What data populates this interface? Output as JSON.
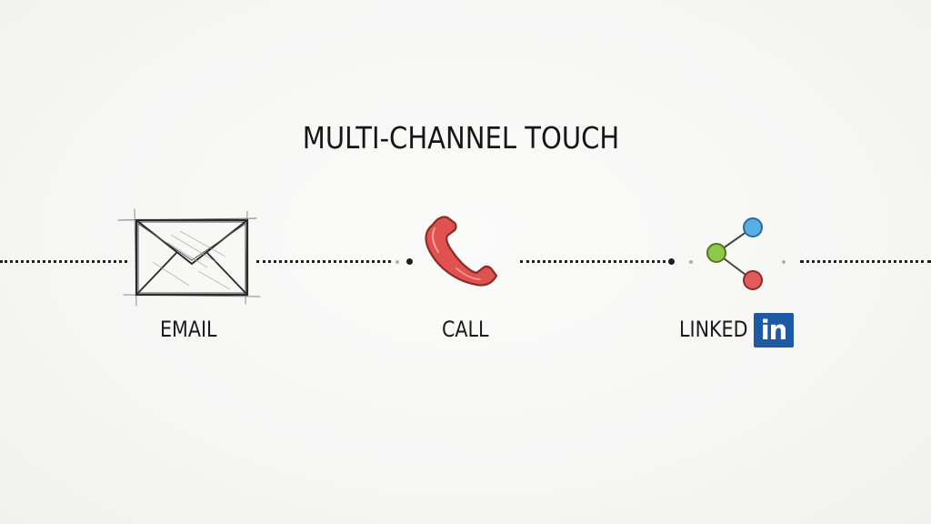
{
  "title": "MULTI-CHANNEL TOUCH",
  "channels": [
    {
      "label": "EMAIL",
      "icon": "envelope-icon"
    },
    {
      "label": "CALL",
      "icon": "phone-icon"
    },
    {
      "label": "LINKED",
      "icon": "share-network-icon",
      "badge": "in",
      "badge_icon": "linkedin-logo-icon"
    }
  ],
  "colors": {
    "phone": "#e0524f",
    "linkedin": "#1d5aa4",
    "node_blue": "#5aaee8",
    "node_green": "#8fc94a",
    "node_red": "#e25a5a",
    "dots": "#222222"
  }
}
